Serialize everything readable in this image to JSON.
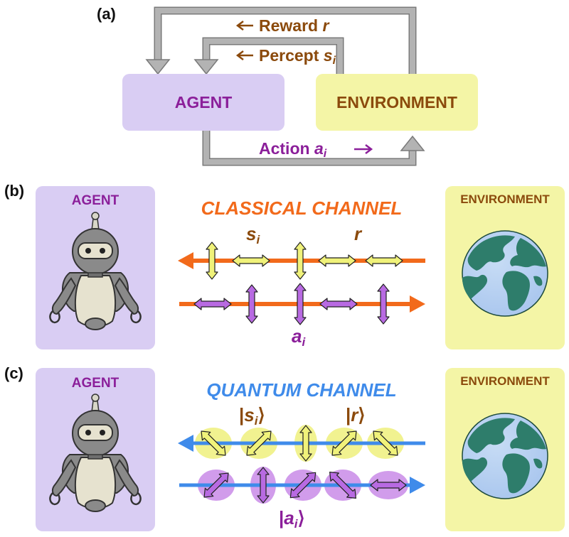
{
  "panel_a": {
    "label": "(a)",
    "agent": "AGENT",
    "environment": "ENVIRONMENT",
    "reward_word": "Reward",
    "reward_sym": "r",
    "percept_word": "Percept",
    "percept_sym": "s",
    "percept_sub": "i",
    "action_word": "Action",
    "action_sym": "a",
    "action_sub": "i"
  },
  "panel_b": {
    "label": "(b)",
    "agent": "AGENT",
    "environment": "ENVIRONMENT",
    "channel": "CLASSICAL CHANNEL",
    "percept_sym": "s",
    "percept_sub": "i",
    "reward_sym": "r",
    "action_sym": "a",
    "action_sub": "i"
  },
  "panel_c": {
    "label": "(c)",
    "agent": "AGENT",
    "environment": "ENVIRONMENT",
    "channel": "QUANTUM CHANNEL",
    "percept_bra": "|",
    "percept_sym": "s",
    "percept_sub": "i",
    "percept_ket": "⟩",
    "reward_bra": "|",
    "reward_sym": "r",
    "reward_ket": "⟩",
    "action_bra": "|",
    "action_sym": "a",
    "action_sub": "i",
    "action_ket": "⟩"
  },
  "colors": {
    "agent_fill": "#d9cdf3",
    "env_fill": "#f4f5a6",
    "agent_text": "#8b1f9a",
    "env_text": "#8b4a0c",
    "classical": "#f26a1b",
    "quantum": "#3f8bea",
    "percept_arrow": "#f0f27a",
    "action_arrow": "#b86ae2",
    "loop_gray": "#a6a6a6"
  }
}
